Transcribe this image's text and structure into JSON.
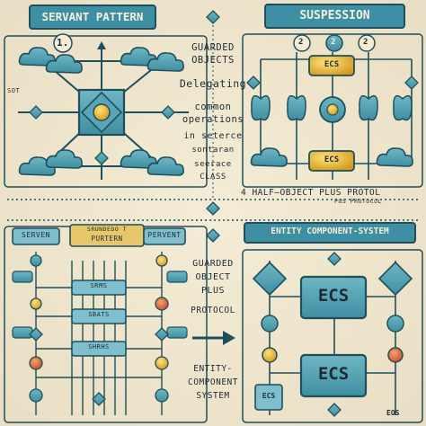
{
  "panels": {
    "top_left": {
      "title": "SERVANT PATTERN",
      "step": "1.",
      "side_label": "SOT"
    },
    "top_right": {
      "title": "SUSPESSION",
      "steps": [
        "2",
        "2",
        "2"
      ],
      "boxes": [
        "ECS",
        "ECS"
      ]
    },
    "bottom_left": {
      "tag_left": "SERVEN",
      "banner_top": "SRUNDEDO T",
      "banner_bottom": "PURTERN",
      "tag_right": "PERVENT",
      "chips": [
        "SRMS",
        "SBATS",
        "SHRHS"
      ]
    },
    "bottom_right": {
      "title": "ENTITY COMPONENT-SYSTEM",
      "boxes": [
        "ECS",
        "ECS"
      ],
      "small_box": "ECS",
      "corner": "EOS"
    }
  },
  "center_text": {
    "guarded_1": "GUARDED",
    "guarded_2": "OBJECTS",
    "delegating": "Delegating",
    "common_1": "common",
    "common_2": "operations",
    "common_3": "in seterce",
    "common_4": "sontaran",
    "common_5": "seerace",
    "common_6": "CLASS",
    "half_object": "4  HALF–OBJECT PLUS PROTOL",
    "half_object_sub": "PUS PROTOCOL",
    "guarded_obj_1": "GUARDED",
    "guarded_obj_2": "OBJECT",
    "guarded_obj_3": "PLUS",
    "guarded_obj_4": "PROTOCOL",
    "ecs_1": "ENTITY-",
    "ecs_2": "COMPONENT",
    "ecs_3": "SYSTEM"
  },
  "colors": {
    "teal": "#3e8fa3",
    "teal_dark": "#1f4f5c",
    "gold": "#e2b232",
    "orange": "#d96a3a",
    "paper": "#efe6cf"
  }
}
